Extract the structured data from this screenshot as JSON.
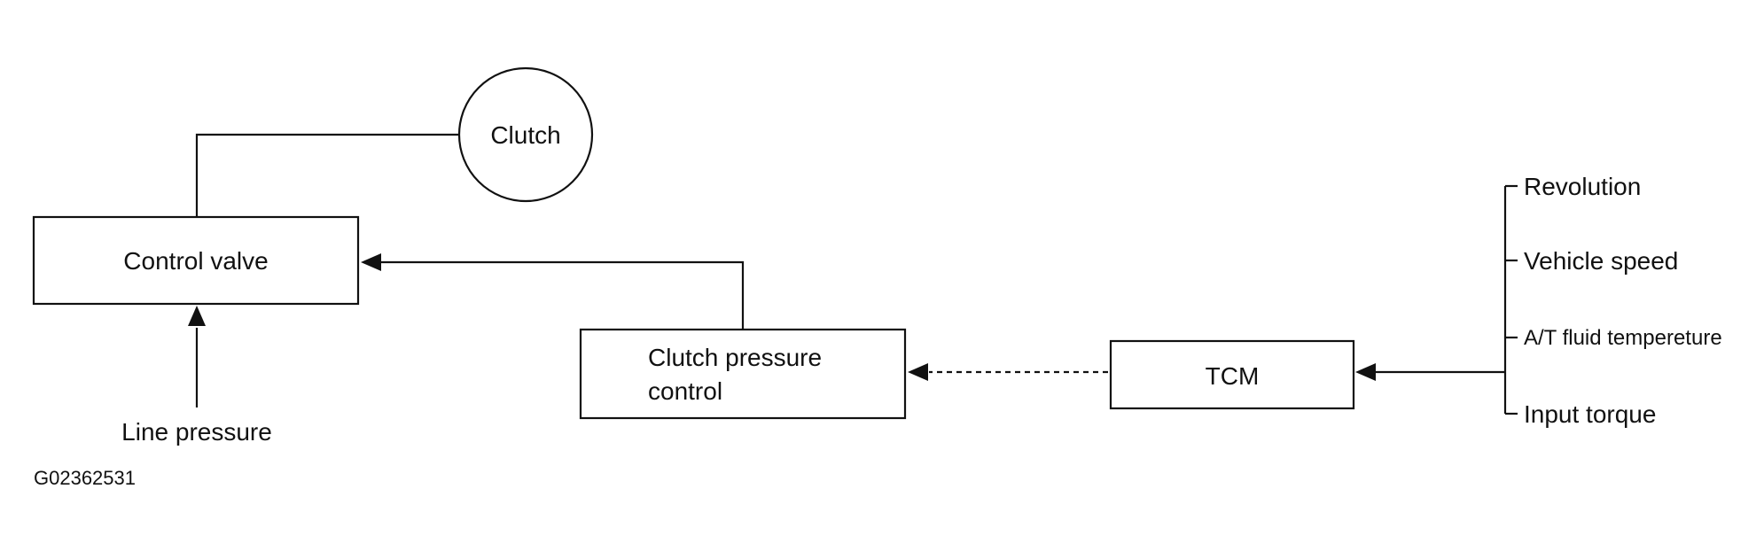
{
  "nodes": {
    "clutch": "Clutch",
    "control_valve": "Control valve",
    "clutch_pressure_control_line1": "Clutch pressure",
    "clutch_pressure_control_line2": "control",
    "tcm": "TCM",
    "line_pressure": "Line pressure"
  },
  "inputs": [
    "Revolution",
    "Vehicle speed",
    "A/T fluid tempereture",
    "Input torque"
  ],
  "figure_id": "G02362531"
}
